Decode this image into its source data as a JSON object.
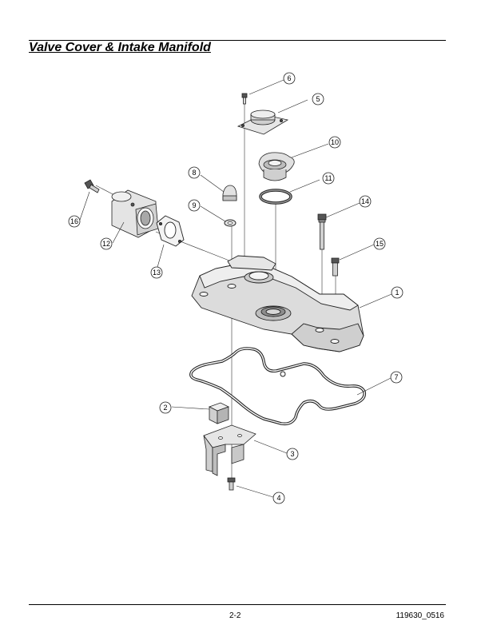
{
  "header": {
    "title": "Valve Cover & Intake Manifold"
  },
  "footer": {
    "page_number": "2-2",
    "document_number": "119630_0516"
  },
  "callouts": [
    {
      "label": "1",
      "part": "valve-cover"
    },
    {
      "label": "2",
      "part": "spacer-block"
    },
    {
      "label": "3",
      "part": "bracket"
    },
    {
      "label": "4",
      "part": "bracket-bolt"
    },
    {
      "label": "5",
      "part": "breather-cap"
    },
    {
      "label": "6",
      "part": "breather-screw"
    },
    {
      "label": "7",
      "part": "valve-cover-gasket"
    },
    {
      "label": "8",
      "part": "cap-nut"
    },
    {
      "label": "9",
      "part": "sealing-washer"
    },
    {
      "label": "10",
      "part": "oil-fill-cap"
    },
    {
      "label": "11",
      "part": "o-ring"
    },
    {
      "label": "12",
      "part": "intake-manifold"
    },
    {
      "label": "13",
      "part": "manifold-gasket"
    },
    {
      "label": "14",
      "part": "long-bolt"
    },
    {
      "label": "15",
      "part": "short-bolt"
    },
    {
      "label": "16",
      "part": "manifold-bolt"
    }
  ]
}
